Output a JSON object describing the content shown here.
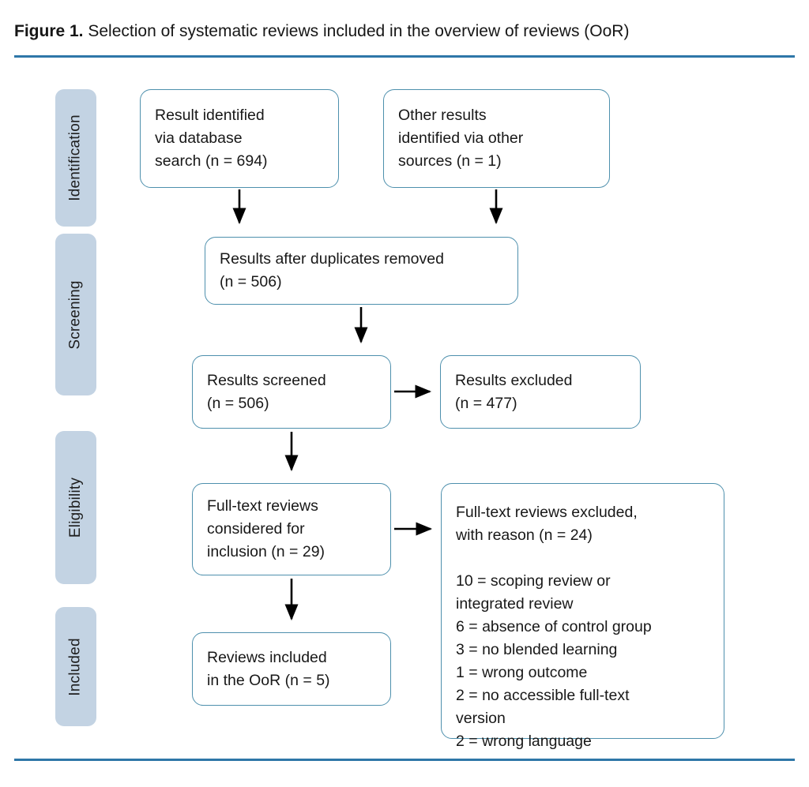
{
  "caption": {
    "label": "Figure 1.",
    "text": " Selection of systematic reviews included in the overview of reviews (OoR)"
  },
  "colors": {
    "rule": "#2e77a8",
    "box_border": "#4e90ad",
    "stage_background": "#c3d3e3",
    "text": "#181818",
    "arrow": "#000000",
    "page_background": "#ffffff"
  },
  "stages": [
    {
      "label": "Identification"
    },
    {
      "label": "Screening"
    },
    {
      "label": "Eligibility"
    },
    {
      "label": "Included"
    }
  ],
  "boxes": [
    {
      "id": "identified-database",
      "text": "Result identified\nvia database\nsearch (n = 694)"
    },
    {
      "id": "identified-other",
      "text": "Other results\nidentified via other\nsources (n = 1)"
    },
    {
      "id": "duplicates-removed",
      "text": "Results after duplicates removed\n(n = 506)"
    },
    {
      "id": "results-screened",
      "text": "Results screened\n(n = 506)"
    },
    {
      "id": "results-excluded",
      "text": "Results excluded\n(n = 477)"
    },
    {
      "id": "fulltext-considered",
      "text": "Full-text reviews\nconsidered for\ninclusion (n = 29)"
    },
    {
      "id": "fulltext-excluded",
      "text": "Full-text reviews excluded,\nwith reason (n = 24)\n\n10 = scoping review or\nintegrated review\n6 = absence of control group\n3 = no blended learning\n1 = wrong outcome\n2 = no accessible full-text\nversion\n2 = wrong language"
    },
    {
      "id": "reviews-included",
      "text": "Reviews included\nin the OoR (n = 5)"
    }
  ],
  "chart_data": {
    "type": "diagram",
    "title": "Selection of systematic reviews included in the overview of reviews (OoR)",
    "diagram_kind": "PRISMA flow diagram",
    "stages": [
      "Identification",
      "Screening",
      "Eligibility",
      "Included"
    ],
    "nodes": [
      {
        "id": "identified-database",
        "stage": "Identification",
        "label": "Result identified via database search",
        "n": 694
      },
      {
        "id": "identified-other",
        "stage": "Identification",
        "label": "Other results identified via other sources",
        "n": 1
      },
      {
        "id": "duplicates-removed",
        "stage": "Screening",
        "label": "Results after duplicates removed",
        "n": 506
      },
      {
        "id": "results-screened",
        "stage": "Screening",
        "label": "Results screened",
        "n": 506
      },
      {
        "id": "results-excluded",
        "stage": "Screening",
        "label": "Results excluded",
        "n": 477
      },
      {
        "id": "fulltext-considered",
        "stage": "Eligibility",
        "label": "Full-text reviews considered for inclusion",
        "n": 29
      },
      {
        "id": "fulltext-excluded",
        "stage": "Eligibility",
        "label": "Full-text reviews excluded, with reason",
        "n": 24
      },
      {
        "id": "reviews-included",
        "stage": "Included",
        "label": "Reviews included in the OoR",
        "n": 5
      }
    ],
    "exclusion_reasons": [
      {
        "count": 10,
        "reason": "scoping review or integrated review"
      },
      {
        "count": 6,
        "reason": "absence of control group"
      },
      {
        "count": 3,
        "reason": "no blended learning"
      },
      {
        "count": 1,
        "reason": "wrong outcome"
      },
      {
        "count": 2,
        "reason": "no accessible full-text version"
      },
      {
        "count": 2,
        "reason": "wrong language"
      }
    ],
    "edges": [
      {
        "from": "identified-database",
        "to": "duplicates-removed",
        "direction": "down"
      },
      {
        "from": "identified-other",
        "to": "duplicates-removed",
        "direction": "down"
      },
      {
        "from": "duplicates-removed",
        "to": "results-screened",
        "direction": "down"
      },
      {
        "from": "results-screened",
        "to": "results-excluded",
        "direction": "right"
      },
      {
        "from": "results-screened",
        "to": "fulltext-considered",
        "direction": "down"
      },
      {
        "from": "fulltext-considered",
        "to": "fulltext-excluded",
        "direction": "right"
      },
      {
        "from": "fulltext-considered",
        "to": "reviews-included",
        "direction": "down"
      }
    ]
  }
}
